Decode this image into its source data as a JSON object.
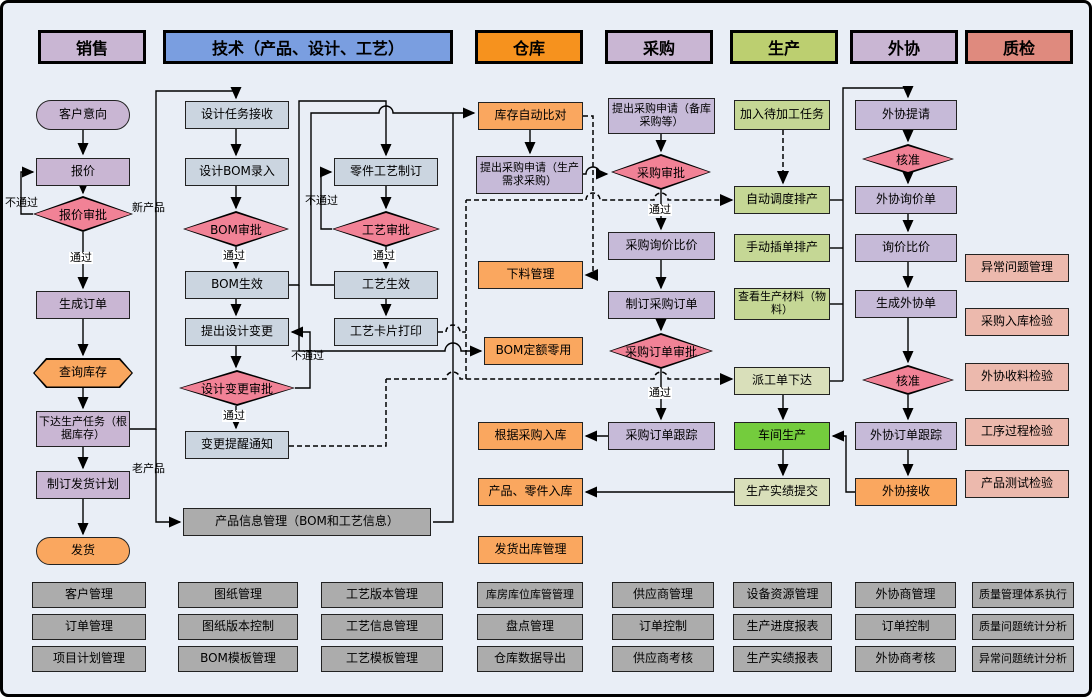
{
  "headers": {
    "sales": "销售",
    "tech": "技术（产品、设计、工艺）",
    "warehouse": "仓库",
    "purchasing": "采购",
    "production": "生产",
    "outsourcing": "外协",
    "quality": "质检"
  },
  "sales": {
    "customer_intent": "客户意向",
    "quote": "报价",
    "quote_approval": "报价审批",
    "create_order": "生成订单",
    "check_inventory": "查询库存",
    "issue_production_task": "下达生产任务（根据库存）",
    "delivery_plan": "制订发货计划",
    "ship": "发货"
  },
  "tech": {
    "design_task_accept": "设计任务接收",
    "design_bom_entry": "设计BOM录入",
    "bom_approval": "BOM审批",
    "bom_effective": "BOM生效",
    "propose_design_change": "提出设计变更",
    "design_change_approval": "设计变更审批",
    "change_reminder": "变更提醒通知",
    "part_process_plan": "零件工艺制订",
    "process_approval": "工艺审批",
    "process_effective": "工艺生效",
    "process_card_print": "工艺卡片打印",
    "product_info_mgmt": "产品信息管理（BOM和工艺信息）"
  },
  "warehouse": {
    "auto_compare": "库存自动比对",
    "purchase_request_prod": "提出采购申请（生产需求采购）",
    "cutting_mgmt": "下料管理",
    "bom_quota": "BOM定额零用",
    "inbound_by_purchase": "根据采购入库",
    "product_part_inbound": "产品、零件入库",
    "shipping_outbound": "发货出库管理"
  },
  "purchasing": {
    "purchase_request_stock": "提出采购申请（备库采购等）",
    "purchase_approval": "采购审批",
    "inquiry_compare": "采购询价比价",
    "make_purchase_order": "制订采购订单",
    "po_approval": "采购订单审批",
    "po_tracking": "采购订单跟踪"
  },
  "production": {
    "add_pending_task": "加入待加工任务",
    "auto_scheduling": "自动调度排产",
    "manual_scheduling": "手动插单排产",
    "view_materials": "查看生产材料（物料）",
    "dispatch_issue": "派工单下达",
    "workshop_production": "车间生产",
    "submit_results": "生产实绩提交"
  },
  "outsourcing": {
    "request": "外协提请",
    "approve1": "核准",
    "inquiry_sheet": "外协询价单",
    "price_compare": "询价比价",
    "create_sheet": "生成外协单",
    "approve2": "核准",
    "order_tracking": "外协订单跟踪",
    "receive": "外协接收"
  },
  "quality": {
    "abnormal_mgmt": "异常问题管理",
    "purchase_inbound_check": "采购入库检验",
    "outsourcing_receipt_check": "外协收料检验",
    "process_check": "工序过程检验",
    "product_test_check": "产品测试检验"
  },
  "labels": {
    "pass": "通过",
    "fail": "不通过",
    "new_product": "新产品",
    "old_product": "老产品"
  },
  "bottom": {
    "sales": [
      "客户管理",
      "订单管理",
      "项目计划管理"
    ],
    "drawing": [
      "图纸管理",
      "图纸版本控制",
      "BOM模板管理"
    ],
    "process": [
      "工艺版本管理",
      "工艺信息管理",
      "工艺模板管理"
    ],
    "warehouse": [
      "库房库位库管管理",
      "盘点管理",
      "仓库数据导出"
    ],
    "purchasing": [
      "供应商管理",
      "订单控制",
      "供应商考核"
    ],
    "production": [
      "设备资源管理",
      "生产进度报表",
      "生产实绩报表"
    ],
    "outsourcing": [
      "外协商管理",
      "订单控制",
      "外协商考核"
    ],
    "quality": [
      "质量管理体系执行",
      "质量问题统计分析",
      "异常问题统计分析"
    ]
  },
  "colors": {
    "background": "#E9EEF6",
    "header_purple": "#C9B6D3",
    "header_blue": "#7A9EE0",
    "header_orange": "#F6921E",
    "header_green": "#BCCF70",
    "header_salmon": "#DF8A7E",
    "box_bluegray": "#CBD5E0",
    "box_orange": "#FAA75F",
    "box_green": "#C5D795",
    "box_brightgreen": "#74CC3D",
    "diamond_pink": "#F18296",
    "box_salmon": "#ECB9AD",
    "box_gray": "#ACACAC"
  }
}
